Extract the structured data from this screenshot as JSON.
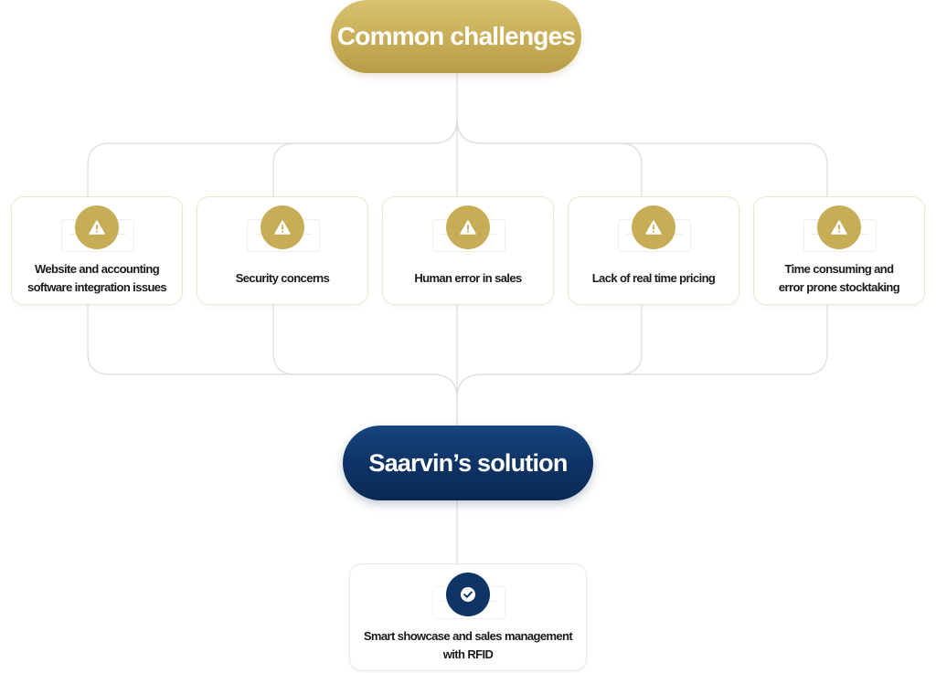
{
  "header": {
    "title": "Common challenges"
  },
  "challenges": [
    {
      "line1": "Website and accounting",
      "line2": "software integration issues"
    },
    {
      "line1": "Security concerns",
      "line2": ""
    },
    {
      "line1": "Human error in sales",
      "line2": ""
    },
    {
      "line1": "Lack of real time pricing",
      "line2": ""
    },
    {
      "line1": "Time consuming and",
      "line2": "error prone stocktaking"
    }
  ],
  "solution": {
    "title": "Saarvin’s solution",
    "items": [
      {
        "line1": "Smart showcase and sales management",
        "line2": "with RFID"
      }
    ]
  },
  "icons": {
    "challenge": "warning-icon",
    "solution": "check-circle-icon"
  },
  "colors": {
    "gold": "#c8ad57",
    "navy": "#0f3466",
    "connector": "#dcdcdc",
    "text": "#1a1a1a"
  }
}
